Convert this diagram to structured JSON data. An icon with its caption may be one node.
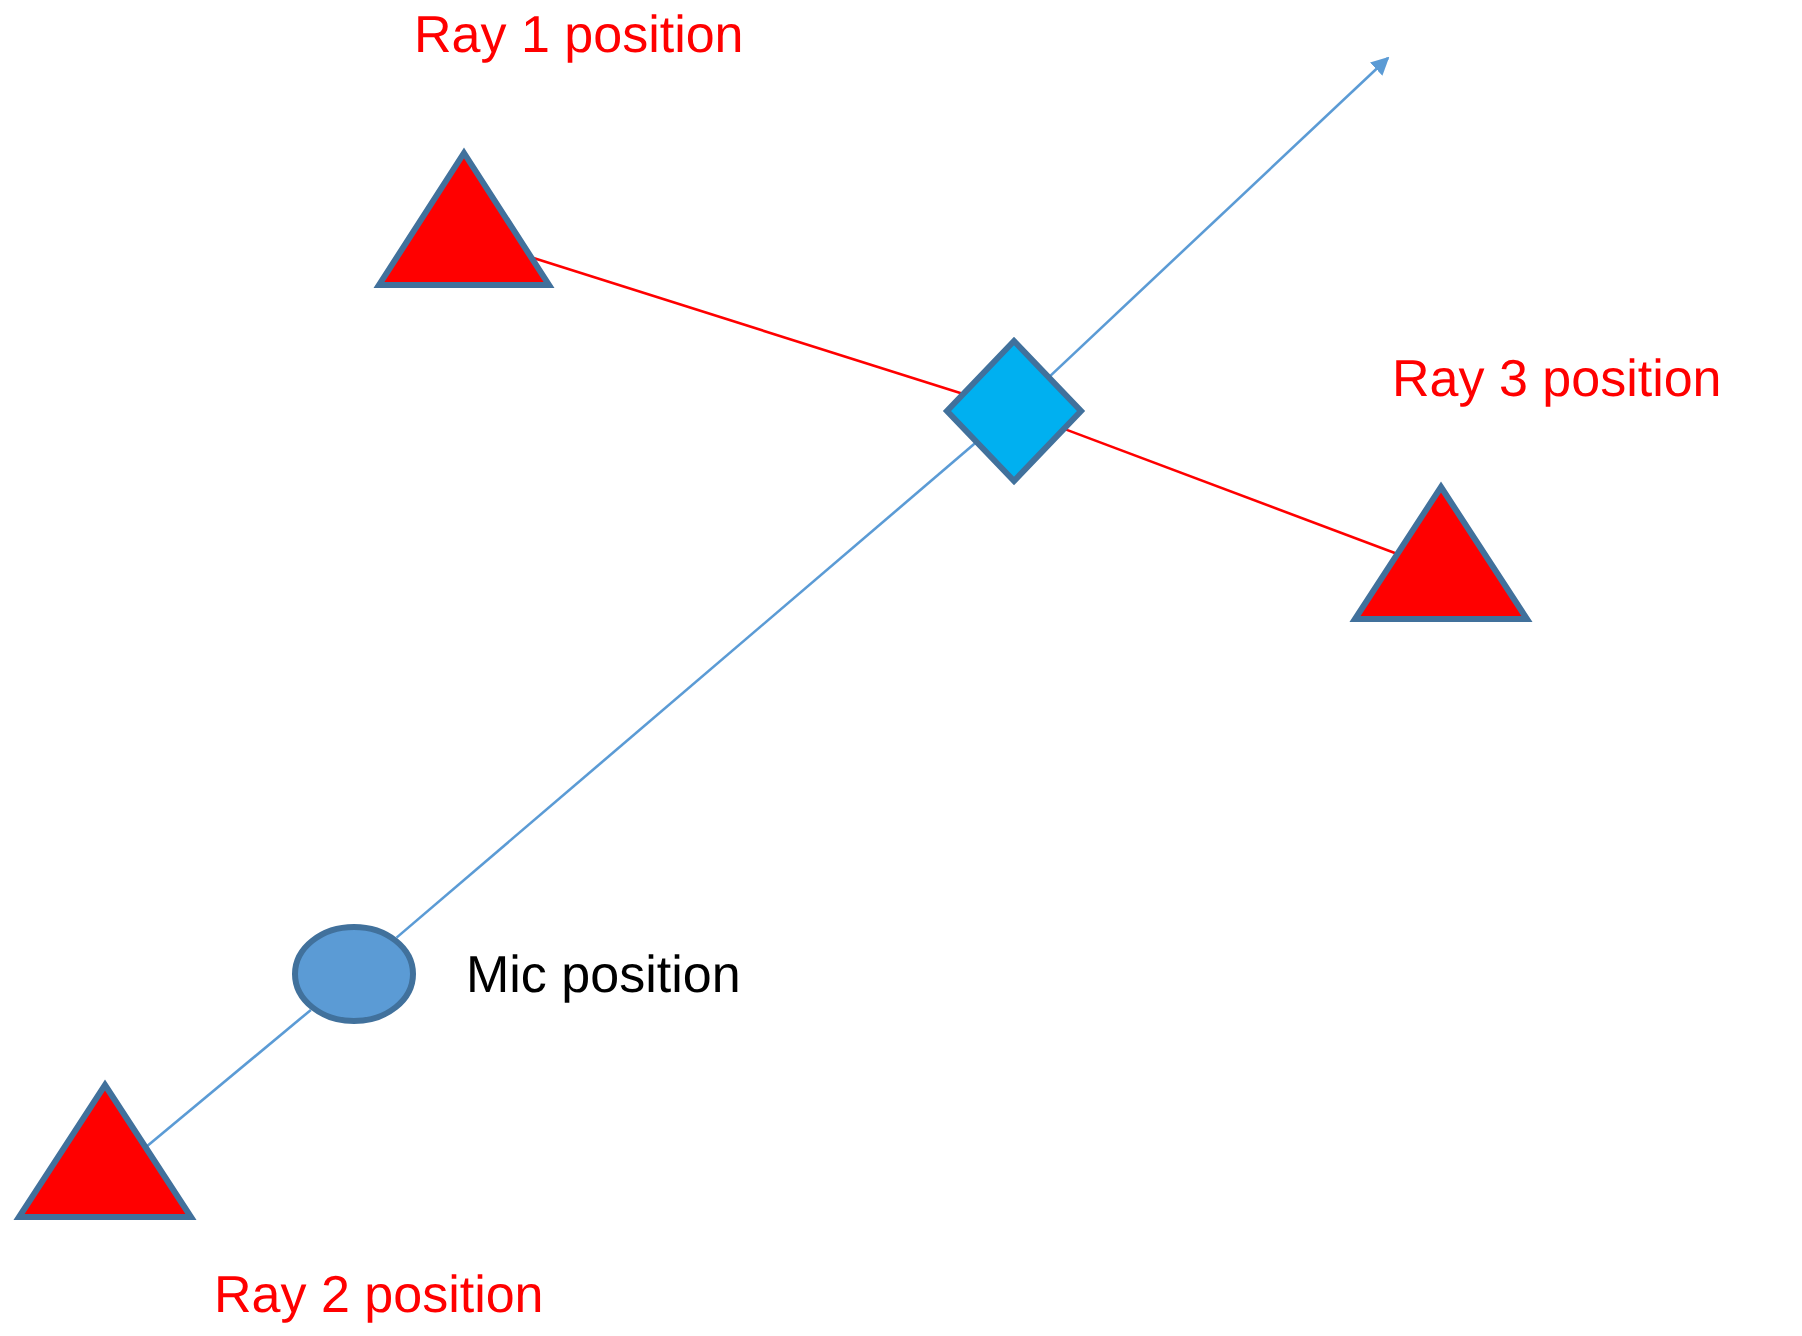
{
  "diagram": {
    "nodes": [
      {
        "text": [],
        "shape": "triangle",
        "beside": [
          "Ray 1 position"
        ]
      },
      {
        "text": [],
        "shape": "diamond"
      },
      {
        "text": [],
        "shape": "triangle",
        "beside": [
          "Ray 3 position"
        ]
      },
      {
        "text": [],
        "shape": "circle",
        "beside": [
          "Mic position"
        ]
      },
      {
        "text": [],
        "shape": "triangle",
        "beside": [
          "Ray 2 position"
        ]
      }
    ],
    "edges": [
      {
        "from": 0,
        "to": 1,
        "arrow": "none",
        "color": "#ff0000"
      },
      {
        "from": 1,
        "to": 2,
        "arrow": "none",
        "color": "#ff0000"
      },
      {
        "from": 4,
        "to": 3,
        "arrow": "none"
      },
      {
        "from": 3,
        "to": 1,
        "arrow": "none"
      },
      {
        "from": 1,
        "to": null,
        "arrow": "to"
      }
    ]
  }
}
